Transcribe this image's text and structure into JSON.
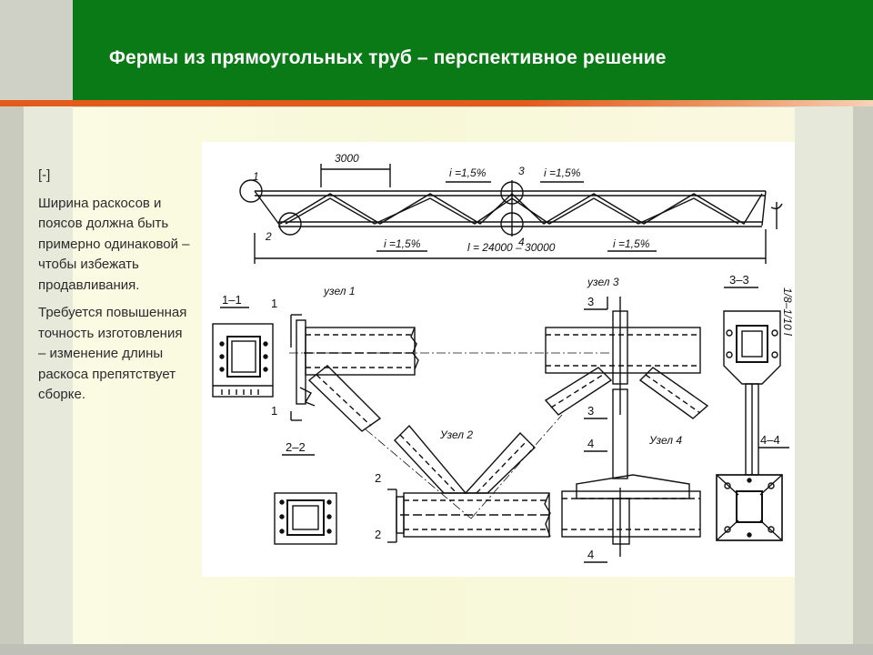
{
  "slide": {
    "title": "Фермы из прямоугольных труб – перспективное решение",
    "colors": {
      "header": "#0a7a16",
      "accent_line": "#e25b1a",
      "background": "#f7f8d8"
    }
  },
  "sidebar": {
    "bracket": "[-]",
    "paragraph1": "Ширина раскосов и поясов должна быть примерно одинаковой – чтобы избежать продавливания.",
    "paragraph2": "Требуется повышенная точность изготовления – изменение длины раскоса препятствует сборке."
  },
  "drawing": {
    "dim_panel": "3000",
    "slope_top_left": "i =1,5%",
    "slope_top_right": "i =1,5%",
    "slope_bottom_left": "i =1,5%",
    "slope_bottom_right": "i =1,5%",
    "span": "l = 24000 – 30000",
    "height_note": "1/8–1/10 l",
    "node_top_left": "1",
    "node_bottom_left": "2",
    "node_top_mid": "3",
    "node_bottom_mid": "4",
    "section_1_1": "1–1",
    "section_2_2": "2–2",
    "section_3_3": "3–3",
    "section_4_4": "4–4",
    "node1_label": "узел 1",
    "node2_label": "Узел 2",
    "node3_label": "узел 3",
    "node4_label": "Узел 4",
    "cut_1a": "1",
    "cut_1b": "1",
    "cut_2a": "2",
    "cut_2b": "2",
    "cut_3a": "3",
    "cut_3b": "3",
    "cut_4a": "4",
    "cut_4b": "4"
  }
}
